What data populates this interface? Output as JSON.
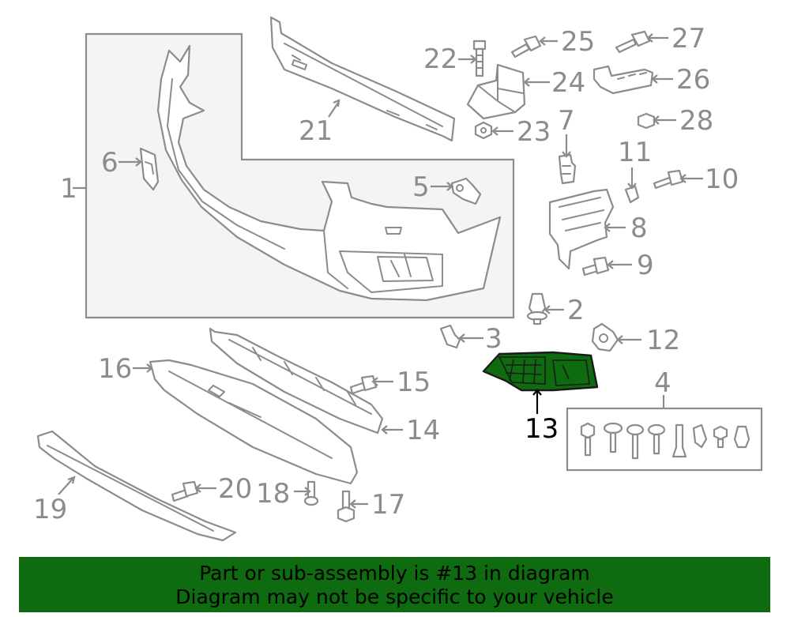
{
  "callouts": {
    "c1": "1",
    "c2": "2",
    "c3": "3",
    "c4": "4",
    "c5": "5",
    "c6": "6",
    "c7": "7",
    "c8": "8",
    "c9": "9",
    "c10": "10",
    "c11": "11",
    "c12": "12",
    "c13": "13",
    "c14": "14",
    "c15": "15",
    "c16": "16",
    "c17": "17",
    "c18": "18",
    "c19": "19",
    "c20": "20",
    "c21": "21",
    "c22": "22",
    "c23": "23",
    "c24": "24",
    "c25": "25",
    "c26": "26",
    "c27": "27",
    "c28": "28"
  },
  "highlighted_part": "13",
  "colors": {
    "line": "#8c8c8c",
    "highlight_fill": "#0f6b0f",
    "banner_bg": "#0f6b0f",
    "text": "#000000"
  },
  "banner": {
    "line1": "Part or sub-assembly is #13 in diagram",
    "line2": "Diagram may not be specific to your vehicle"
  }
}
